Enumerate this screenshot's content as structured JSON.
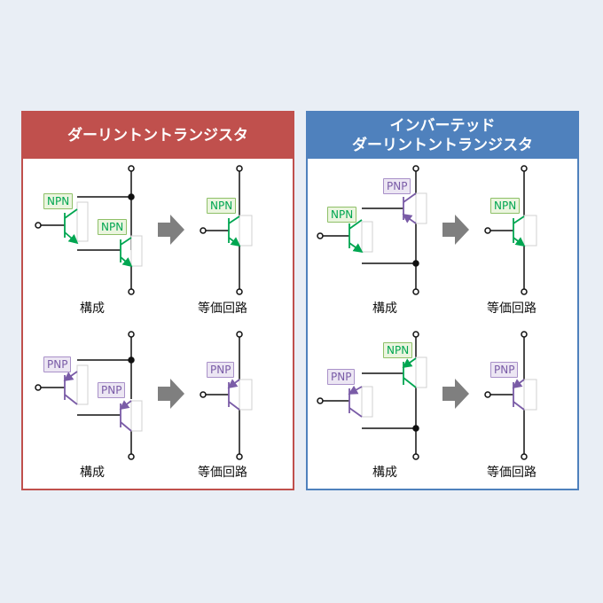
{
  "panels": [
    {
      "title_lines": [
        "ダーリントントランジスタ"
      ],
      "border_color": "#c0504d",
      "rows": [
        {
          "config_label": "構成",
          "equiv_label": "等価回路",
          "tags": [
            "NPN",
            "NPN",
            "NPN"
          ]
        },
        {
          "config_label": "構成",
          "equiv_label": "等価回路",
          "tags": [
            "PNP",
            "PNP",
            "PNP"
          ]
        }
      ]
    },
    {
      "title_lines": [
        "インバーテッド",
        "ダーリントントランジスタ"
      ],
      "border_color": "#4f81bd",
      "rows": [
        {
          "config_label": "構成",
          "equiv_label": "等価回路",
          "tags": [
            "PNP",
            "NPN",
            "NPN"
          ]
        },
        {
          "config_label": "構成",
          "equiv_label": "等価回路",
          "tags": [
            "NPN",
            "PNP",
            "PNP"
          ]
        }
      ]
    }
  ],
  "colors": {
    "npn": "#00a651",
    "pnp": "#7a5ca7",
    "wire": "#111111",
    "arrow": "#7f7f7f"
  }
}
